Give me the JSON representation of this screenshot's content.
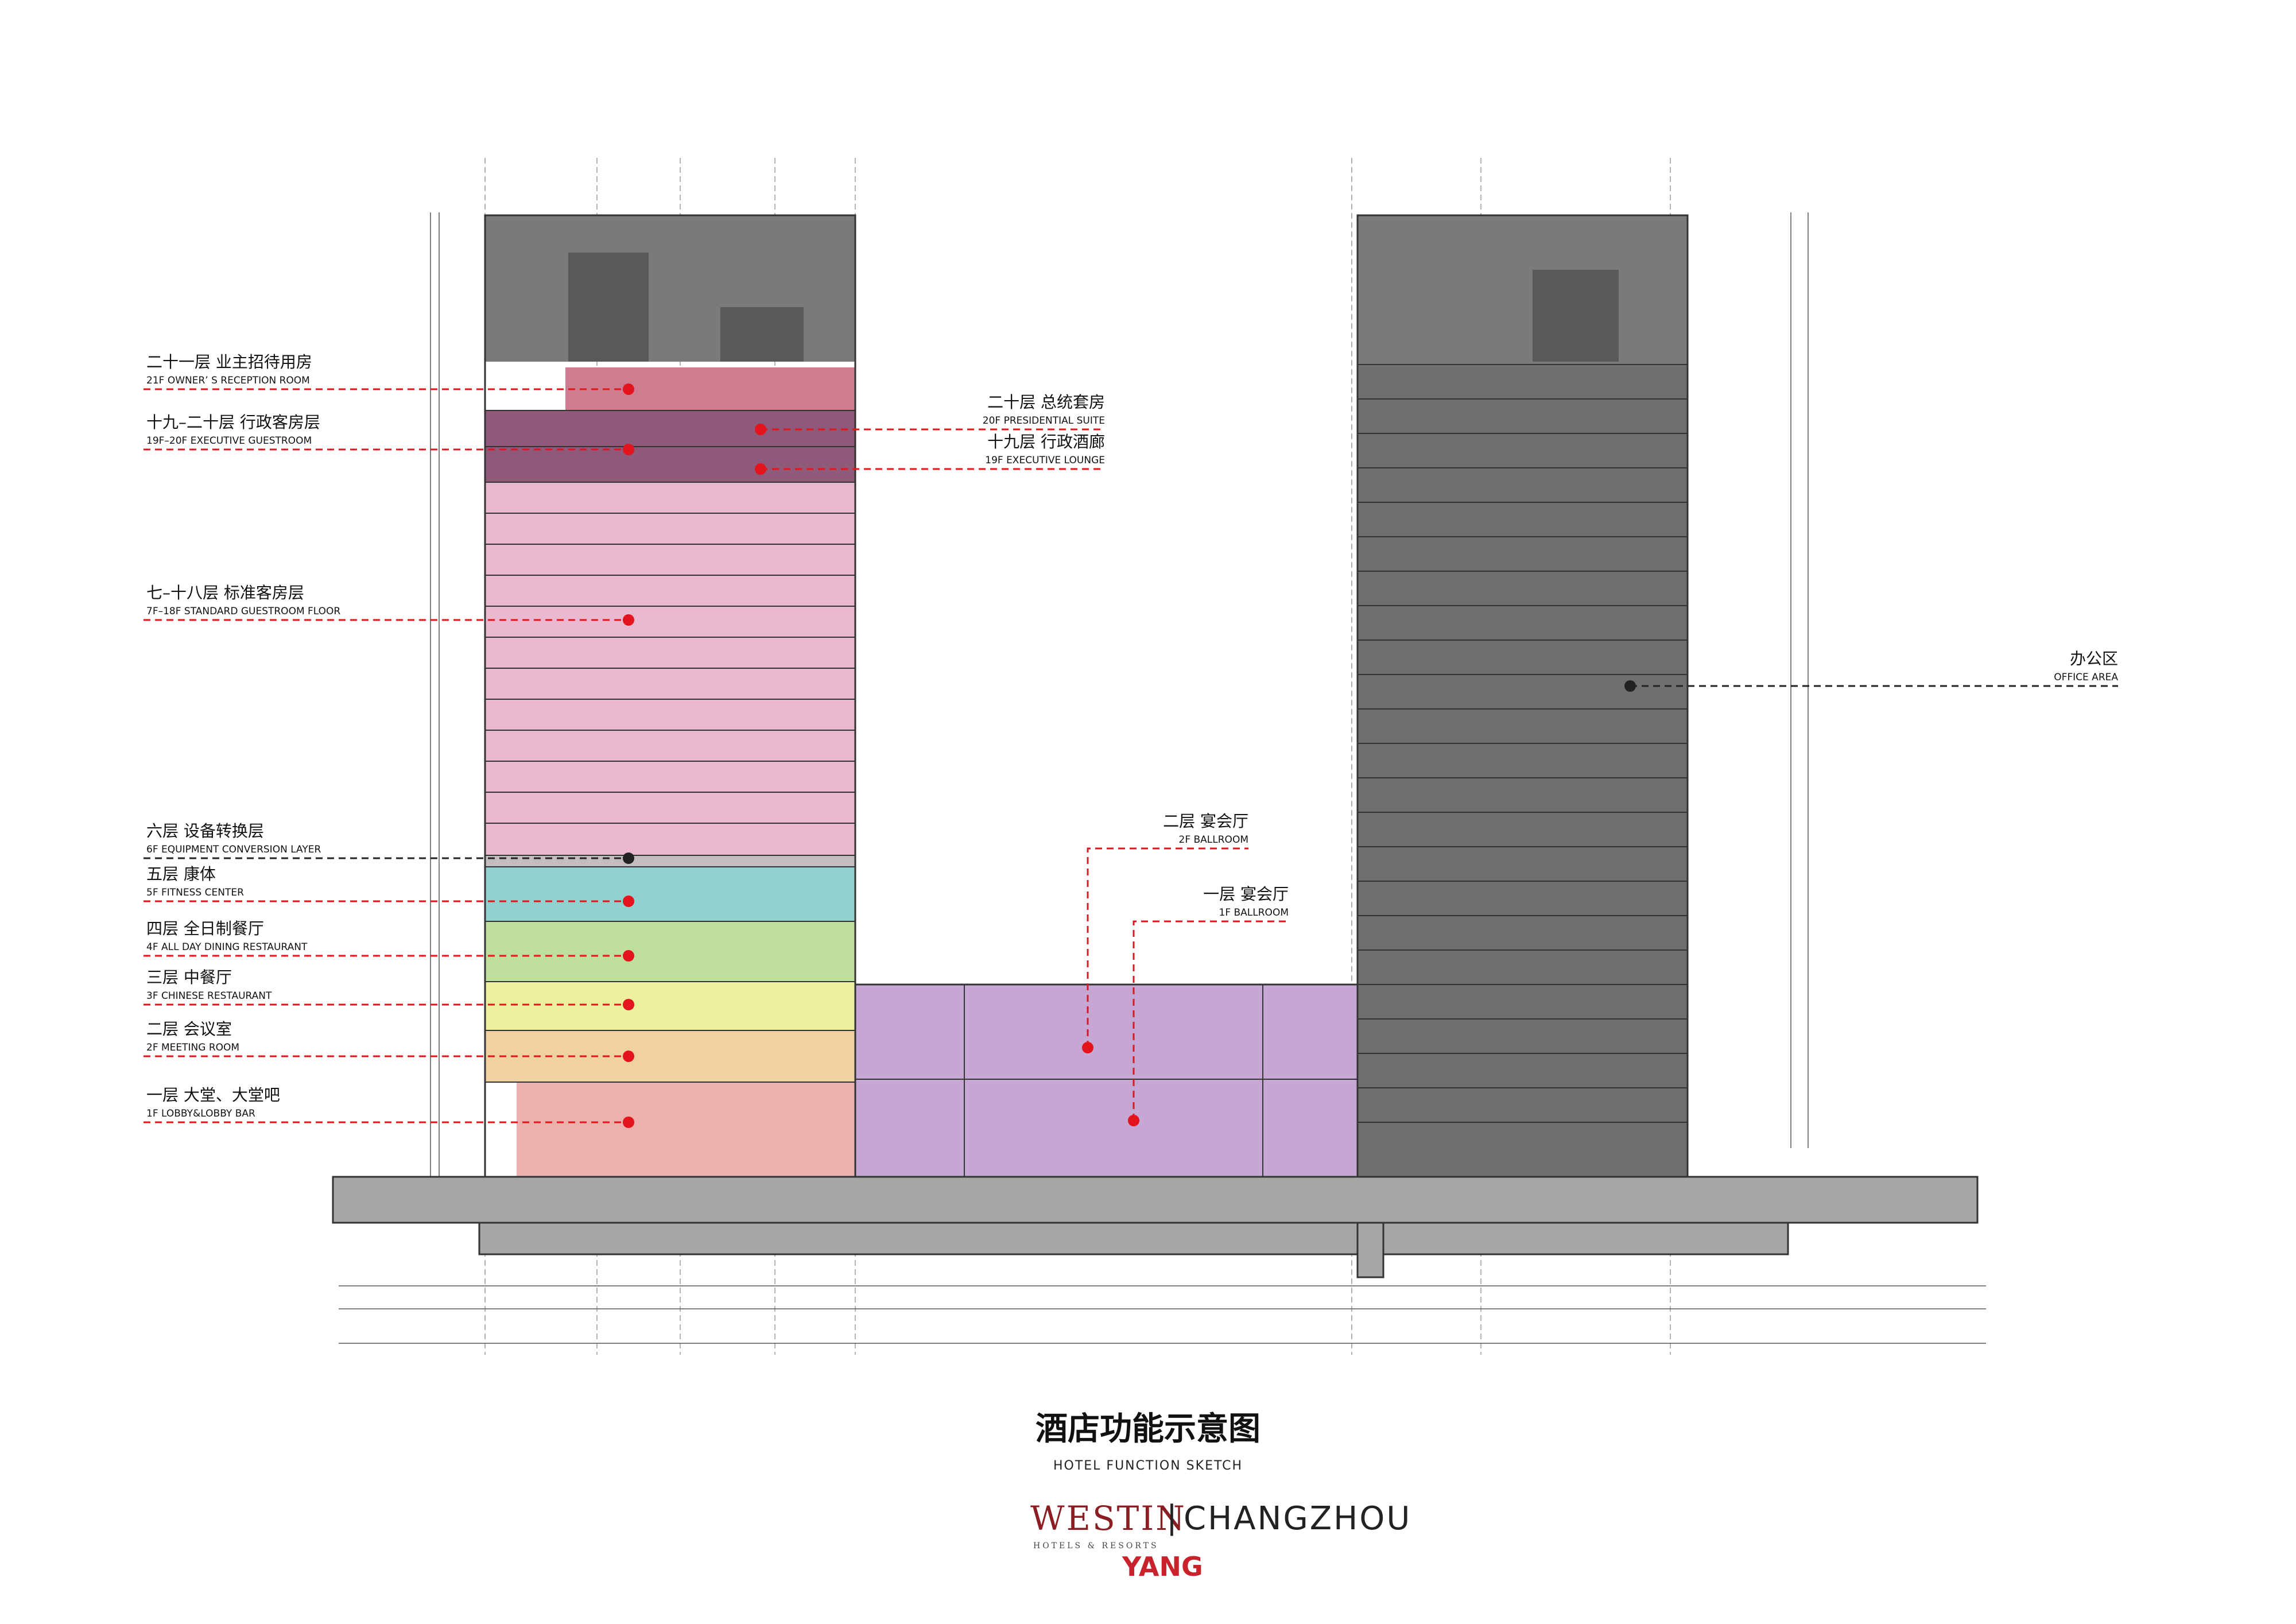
{
  "title": {
    "cn": "酒店功能示意图",
    "en": "HOTEL FUNCTION SKETCH"
  },
  "brand": {
    "name": "WESTIN",
    "sub": "HOTELS & RESORTS",
    "divider": "|",
    "city": "CHANGZHOU",
    "tag": "YANG"
  },
  "colors": {
    "owner": "#cf7b90",
    "executive": "#8f5a7a",
    "standard": "#ebb9cf",
    "equipment": "#c1bdc0",
    "fitness": "#8fd2cf",
    "dining": "#bfe09d",
    "chinese": "#ecef9d",
    "meeting": "#efd1a2",
    "lobby": "#eeb0ad",
    "ballroom": "#c6a6d3",
    "office": "#6f6f6f",
    "basement": "#a6a6a6",
    "leader_red": "#e3141b"
  },
  "labels_left": [
    {
      "cn": "二十一层 业主招待用房",
      "en": "21F OWNER’ S RECEPTION ROOM"
    },
    {
      "cn": "十九–二十层 行政客房层",
      "en": "19F–20F EXECUTIVE GUESTROOM"
    },
    {
      "cn": "七–十八层 标准客房层",
      "en": "7F–18F STANDARD GUESTROOM FLOOR"
    },
    {
      "cn": "六层 设备转换层",
      "en": "6F EQUIPMENT CONVERSION LAYER"
    },
    {
      "cn": "五层 康体",
      "en": "5F FITNESS CENTER"
    },
    {
      "cn": "四层 全日制餐厅",
      "en": "4F ALL DAY DINING RESTAURANT"
    },
    {
      "cn": "三层 中餐厅",
      "en": "3F CHINESE RESTAURANT"
    },
    {
      "cn": "二层 会议室",
      "en": "2F MEETING ROOM"
    },
    {
      "cn": "一层 大堂、大堂吧",
      "en": "1F LOBBY&LOBBY BAR"
    }
  ],
  "labels_top_right": [
    {
      "cn": "二十层 总统套房",
      "en": "20F PRESIDENTIAL SUITE"
    },
    {
      "cn": "十九层 行政酒廊",
      "en": "19F EXECUTIVE LOUNGE"
    }
  ],
  "labels_ballroom": [
    {
      "cn": "二层 宴会厅",
      "en": "2F BALLROOM"
    },
    {
      "cn": "一层 宴会厅",
      "en": "1F BALLROOM"
    }
  ],
  "label_office": {
    "cn": "办公区",
    "en": "OFFICE AREA"
  }
}
